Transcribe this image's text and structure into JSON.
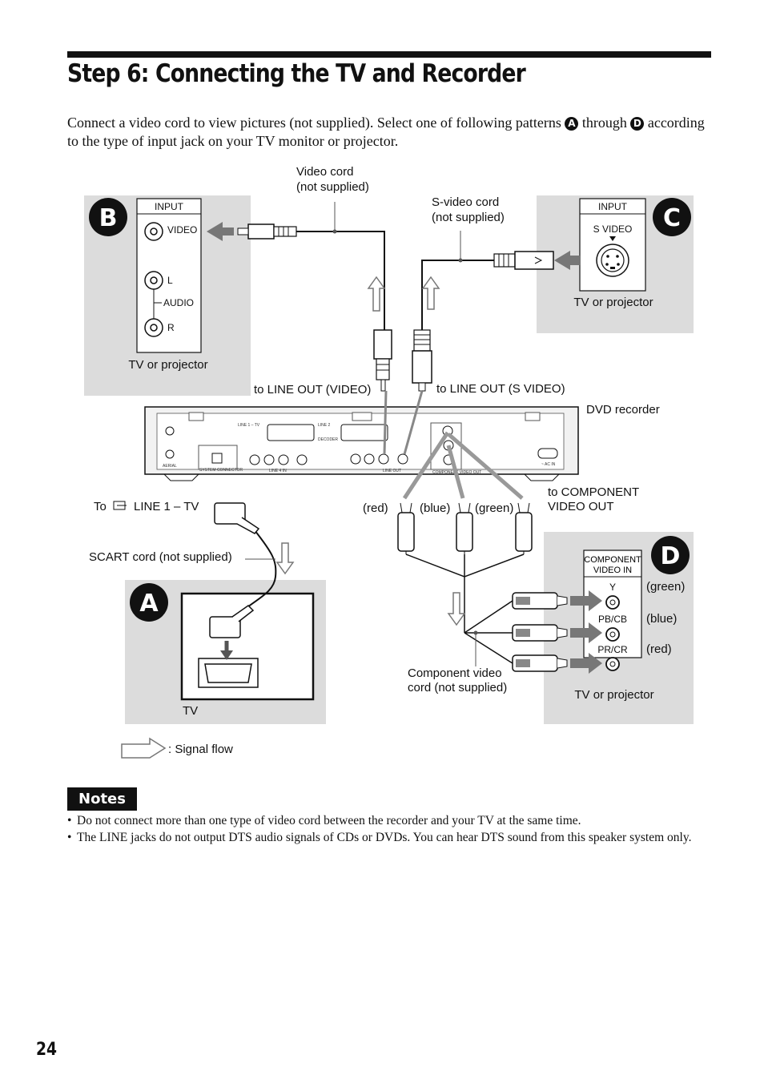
{
  "page": {
    "title": "Step 6: Connecting the TV and Recorder",
    "intro_part1": "Connect a video cord to view pictures (not supplied). Select one of following patterns ",
    "intro_badge_a": "A",
    "intro_part2": " through ",
    "intro_badge_d": "D",
    "intro_part3": " according to the type of input jack on your TV monitor or projector.",
    "page_number": "24"
  },
  "diagram": {
    "video_cord_line1": "Video cord",
    "video_cord_line2": "(not supplied)",
    "svideo_cord_line1": "S-video cord",
    "svideo_cord_line2": "(not supplied)",
    "to_line_out_video": "to LINE OUT (VIDEO)",
    "to_line_out_svideo": "to LINE OUT (S VIDEO)",
    "dvd_recorder": "DVD recorder",
    "to_component_line1": "to COMPONENT",
    "to_component_line2": "VIDEO OUT",
    "to_line1_tv_prefix": "To",
    "to_line1_tv_suffix": "LINE 1 – TV",
    "scart_cord": "SCART cord (not supplied)",
    "red": "(red)",
    "blue": "(blue)",
    "green": "(green)",
    "component_cord_line1": "Component video",
    "component_cord_line2": "cord (not supplied)",
    "signal_flow": ": Signal flow",
    "panel_a": {
      "letter": "A",
      "caption": "TV"
    },
    "panel_b": {
      "letter": "B",
      "input": "INPUT",
      "video": "VIDEO",
      "l": "L",
      "audio": "AUDIO",
      "r": "R",
      "caption": "TV or projector"
    },
    "panel_c": {
      "letter": "C",
      "input": "INPUT",
      "s_video": "S VIDEO",
      "caption": "TV or projector"
    },
    "panel_d": {
      "letter": "D",
      "component_line1": "COMPONENT",
      "component_line2": "VIDEO IN",
      "y": "Y",
      "pb_cb": "PB/CB",
      "pr_cr": "PR/CR",
      "green": "(green)",
      "blue": "(blue)",
      "red": "(red)",
      "caption": "TV or projector"
    },
    "recorder_panel": {
      "line1_tv": "LINE 1 – TV",
      "line2": "LINE 2",
      "decoder": "DECODER",
      "line4_in": "LINE 4 IN",
      "line_out": "LINE OUT",
      "aerial": "AERIAL",
      "system_connector": "SYSTEM CONNECTOR",
      "ac_in": "~ AC IN",
      "component_out": "COMPONENT VIDEO OUT"
    }
  },
  "notes": {
    "heading": "Notes",
    "items": [
      "Do not connect more than one type of video cord between the recorder and your TV at the same time.",
      "The LINE jacks do not output DTS audio signals of CDs or DVDs. You can hear DTS sound from this speaker system only."
    ]
  }
}
